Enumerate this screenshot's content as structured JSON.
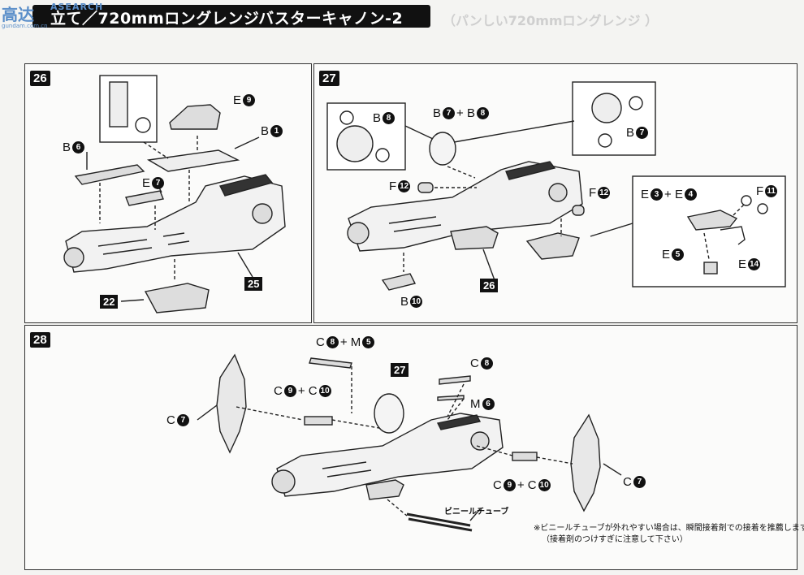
{
  "header": {
    "logo": "高达",
    "logo_sub": "gundam.com.cn",
    "watermark": "ASEARCH",
    "title": "立て／720mmロングレンジバスターキャノン-2",
    "ghost": "（パンしい720mmロングレンジ ）"
  },
  "steps": {
    "s26": "26",
    "s27": "27",
    "s28": "28"
  },
  "p26": {
    "e9_letter": "E",
    "e9_num": "9",
    "b1_letter": "B",
    "b1_num": "1",
    "b6_letter": "B",
    "b6_num": "6",
    "e7_letter": "E",
    "e7_num": "7",
    "ref25": "25",
    "ref22": "22"
  },
  "p27": {
    "b7b8_a": "B",
    "b7b8_n1": "7",
    "b7b8_plus": "+ B",
    "b7b8_n2": "8",
    "b8_letter": "B",
    "b8_num": "8",
    "b7_letter": "B",
    "b7_num": "7",
    "f12a_letter": "F",
    "f12a_num": "12",
    "f12b_letter": "F",
    "f12b_num": "12",
    "e3e4_a": "E",
    "e3e4_n1": "3",
    "e3e4_plus": "+ E",
    "e3e4_n2": "4",
    "f11_letter": "F",
    "f11_num": "11",
    "e5_letter": "E",
    "e5_num": "5",
    "e14_letter": "E",
    "e14_num": "14",
    "b10_letter": "B",
    "b10_num": "10",
    "ref26": "26"
  },
  "p28": {
    "c8m5_a": "C",
    "c8m5_n1": "8",
    "c8m5_plus": "+ M",
    "c8m5_n2": "5",
    "c9c10a_a": "C",
    "c9c10a_n1": "9",
    "c9c10a_plus": "+ C",
    "c9c10a_n2": "10",
    "c7a_letter": "C",
    "c7a_num": "7",
    "ref27": "27",
    "c8_letter": "C",
    "c8_num": "8",
    "m6_letter": "M",
    "m6_num": "6",
    "c9c10b_a": "C",
    "c9c10b_n1": "9",
    "c9c10b_plus": "+ C",
    "c9c10b_n2": "10",
    "c7b_letter": "C",
    "c7b_num": "7",
    "tube": "ビニールチューブ",
    "note1": "※ビニールチューブが外れやすい場合は、瞬間接着剤での接着を推薦します。",
    "note2": "（接着剤のつけすぎに注意して下さい）"
  }
}
